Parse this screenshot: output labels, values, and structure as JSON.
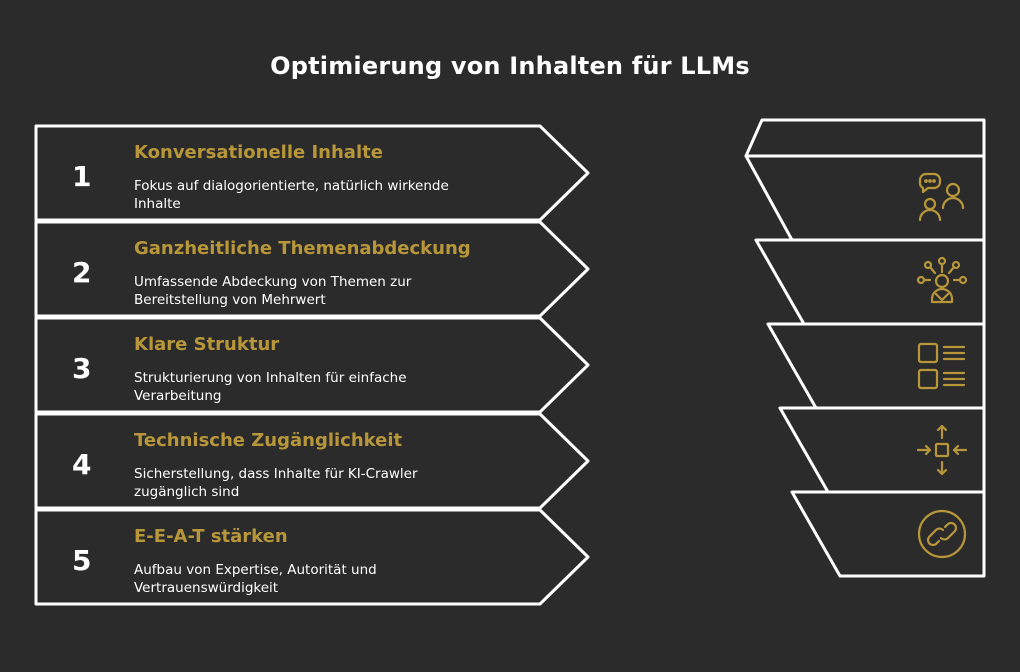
{
  "title": "Optimierung von Inhalten für LLMs",
  "accent_color": "#b8973a",
  "steps": [
    {
      "number": "1",
      "title": "Konversationelle Inhalte",
      "description": "Fokus auf dialogorientierte, natürlich wirkende Inhalte",
      "icon": "chat-people-icon"
    },
    {
      "number": "2",
      "title": "Ganzheitliche Themenabdeckung",
      "description": "Umfassende Abdeckung von Themen zur Bereitstellung von Mehrwert",
      "icon": "network-person-icon"
    },
    {
      "number": "3",
      "title": "Klare Struktur",
      "description": "Strukturierung von Inhalten für einfache Verarbeitung",
      "icon": "structured-list-icon"
    },
    {
      "number": "4",
      "title": "Technische Zugänglichkeit",
      "description": "Sicherstellung, dass Inhalte für KI-Crawler zugänglich sind",
      "icon": "arrows-inward-icon"
    },
    {
      "number": "5",
      "title": "E-E-A-T stärken",
      "description": "Aufbau von Expertise, Autorität und Vertrauenswürdigkeit",
      "icon": "trust-link-icon"
    }
  ]
}
